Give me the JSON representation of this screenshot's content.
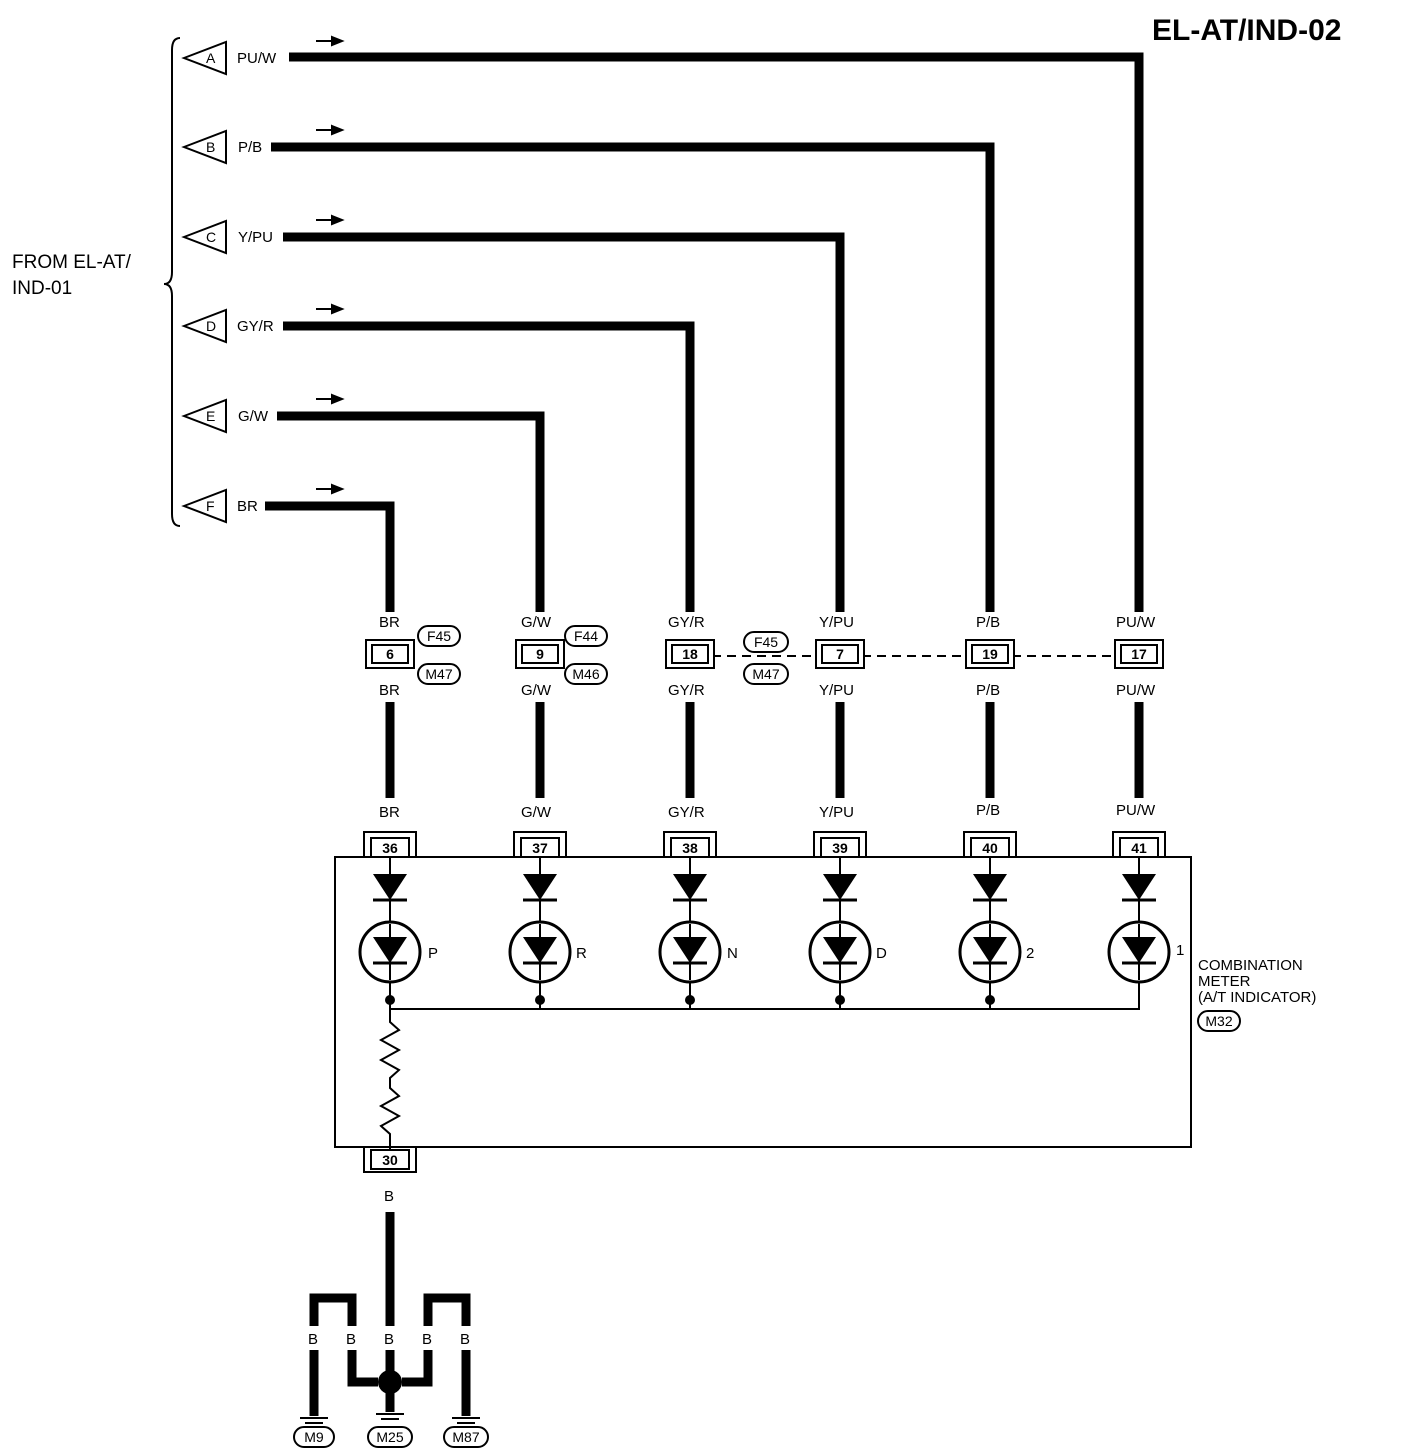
{
  "title": "EL-AT/IND-02",
  "from_label": {
    "line1": "FROM EL-AT/",
    "line2": "IND-01"
  },
  "inputs": [
    {
      "letter": "A",
      "color": "PU/W"
    },
    {
      "letter": "B",
      "color": "P/B"
    },
    {
      "letter": "C",
      "color": "Y/PU"
    },
    {
      "letter": "D",
      "color": "GY/R"
    },
    {
      "letter": "E",
      "color": "G/W"
    },
    {
      "letter": "F",
      "color": "BR"
    }
  ],
  "wires": [
    {
      "color": "BR",
      "mid_pin": "6",
      "meter_pin": "36",
      "indicator": "P"
    },
    {
      "color": "G/W",
      "mid_pin": "9",
      "meter_pin": "37",
      "indicator": "R"
    },
    {
      "color": "GY/R",
      "mid_pin": "18",
      "meter_pin": "38",
      "indicator": "N"
    },
    {
      "color": "Y/PU",
      "mid_pin": "7",
      "meter_pin": "39",
      "indicator": "D"
    },
    {
      "color": "P/B",
      "mid_pin": "19",
      "meter_pin": "40",
      "indicator": "2"
    },
    {
      "color": "PU/W",
      "mid_pin": "17",
      "meter_pin": "41",
      "indicator": "1"
    }
  ],
  "connector_ids": {
    "f45_a": "F45",
    "m47_a": "M47",
    "f44": "F44",
    "m46": "M46",
    "f45_b": "F45",
    "m47_b": "M47"
  },
  "meter": {
    "line1": "COMBINATION",
    "line2": "METER",
    "line3": "(A/T INDICATOR)",
    "connector": "M32"
  },
  "ground": {
    "pin": "30",
    "wire_color": "B",
    "branch_colors": [
      "B",
      "B",
      "B",
      "B",
      "B"
    ],
    "grounds": [
      "M9",
      "M25",
      "M87"
    ]
  }
}
